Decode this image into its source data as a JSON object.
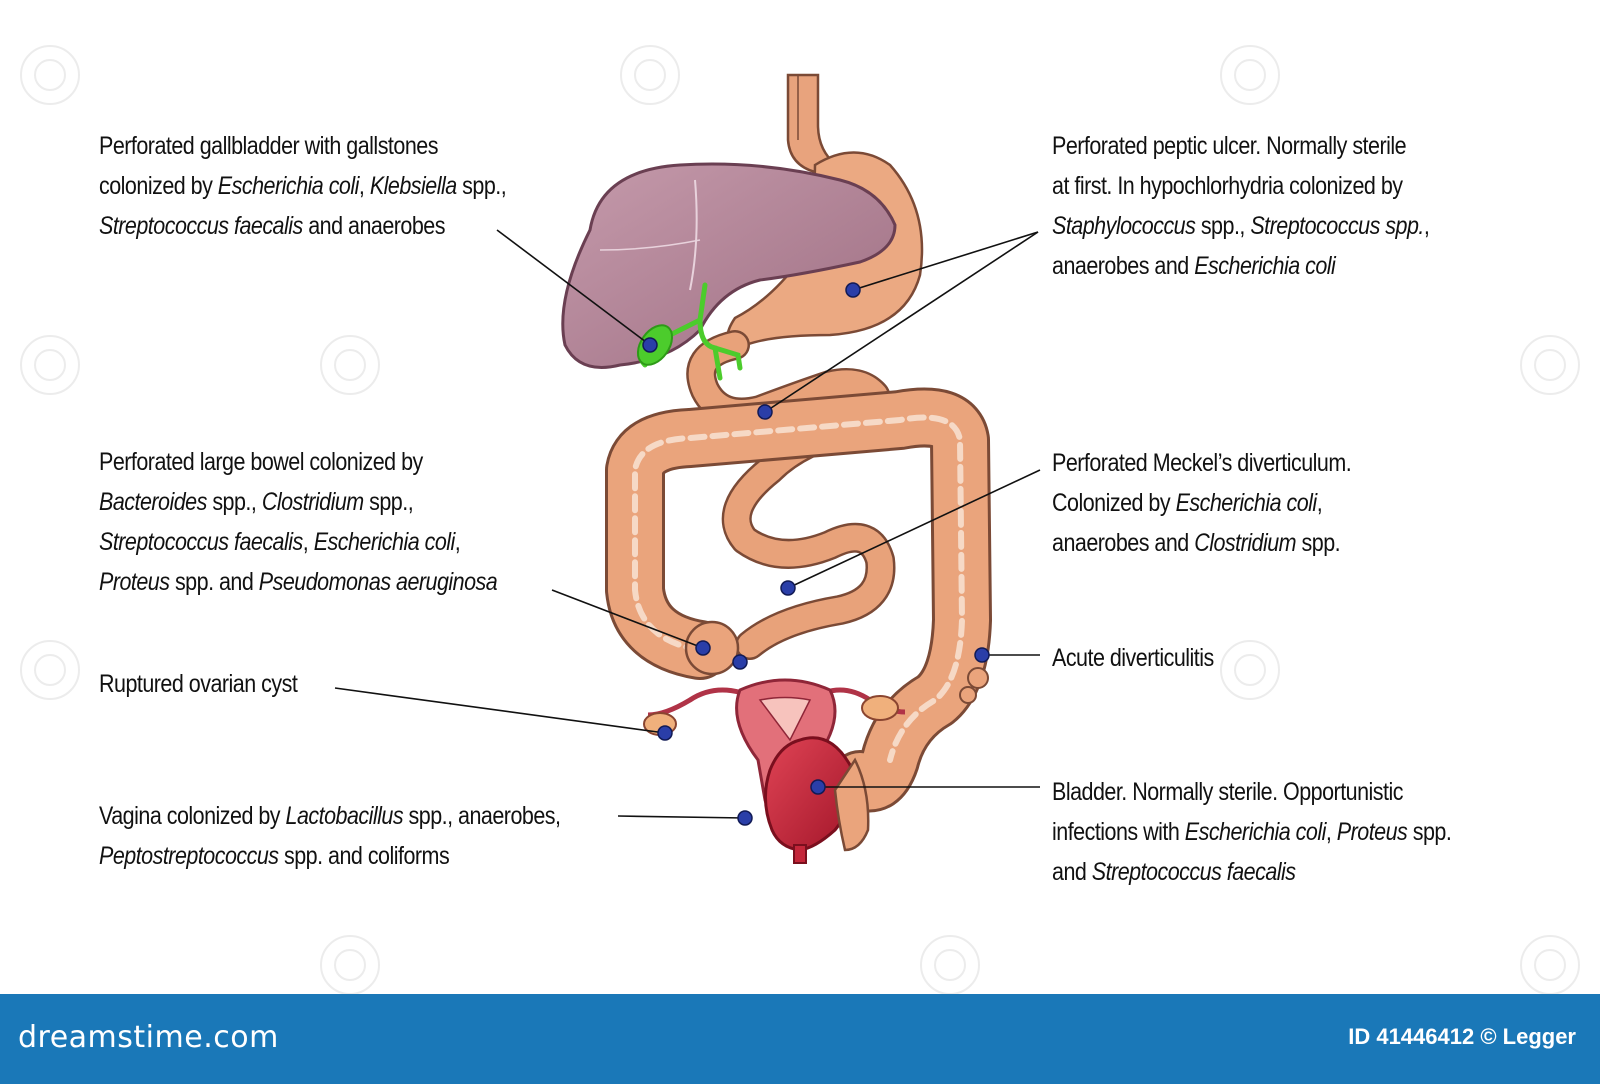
{
  "labels": [
    {
      "id": "gallbladder",
      "lines": [
        [
          {
            "t": "Perforated gallbladder with gallstones"
          }
        ],
        [
          {
            "t": "colonized by "
          },
          {
            "t": "Escherichia coli",
            "i": true
          },
          {
            "t": ", "
          },
          {
            "t": "Klebsiella",
            "i": true
          },
          {
            "t": " spp.,"
          }
        ],
        [
          {
            "t": "Streptococcus faecalis",
            "i": true
          },
          {
            "t": " and anaerobes"
          }
        ]
      ]
    },
    {
      "id": "peptic-ulcer",
      "lines": [
        [
          {
            "t": "Perforated peptic ulcer.  Normally sterile"
          }
        ],
        [
          {
            "t": "at first.  In hypochlorhydria colonized by"
          }
        ],
        [
          {
            "t": "Staphylococcus",
            "i": true
          },
          {
            "t": " spp., "
          },
          {
            "t": "Streptococcus spp.",
            "i": true
          },
          {
            "t": ","
          }
        ],
        [
          {
            "t": "anaerobes and "
          },
          {
            "t": "Escherichia coli",
            "i": true
          }
        ]
      ]
    },
    {
      "id": "large-bowel",
      "lines": [
        [
          {
            "t": "Perforated large bowel colonized by"
          }
        ],
        [
          {
            "t": "Bacteroides",
            "i": true
          },
          {
            "t": " spp., "
          },
          {
            "t": "Clostridium",
            "i": true
          },
          {
            "t": " spp.,"
          }
        ],
        [
          {
            "t": "Streptococcus faecalis",
            "i": true
          },
          {
            "t": ", "
          },
          {
            "t": "Escherichia coli",
            "i": true
          },
          {
            "t": ","
          }
        ],
        [
          {
            "t": "Proteus",
            "i": true
          },
          {
            "t": " spp. and "
          },
          {
            "t": "Pseudomonas aeruginosa",
            "i": true
          }
        ]
      ]
    },
    {
      "id": "meckel",
      "lines": [
        [
          {
            "t": "Perforated Meckel’s diverticulum."
          }
        ],
        [
          {
            "t": "Colonized by "
          },
          {
            "t": "Escherichia coli",
            "i": true
          },
          {
            "t": ","
          }
        ],
        [
          {
            "t": "anaerobes and "
          },
          {
            "t": "Clostridium",
            "i": true
          },
          {
            "t": " spp."
          }
        ]
      ]
    },
    {
      "id": "diverticulitis",
      "lines": [
        [
          {
            "t": "Acute diverticulitis"
          }
        ]
      ]
    },
    {
      "id": "ovarian-cyst",
      "lines": [
        [
          {
            "t": "Ruptured ovarian cyst"
          }
        ]
      ]
    },
    {
      "id": "vagina",
      "lines": [
        [
          {
            "t": "Vagina colonized by "
          },
          {
            "t": "Lactobacillus",
            "i": true
          },
          {
            "t": " spp., anaerobes,"
          }
        ],
        [
          {
            "t": "Peptostreptococcus",
            "i": true
          },
          {
            "t": " spp. and coliforms"
          }
        ]
      ]
    },
    {
      "id": "bladder",
      "lines": [
        [
          {
            "t": "Bladder.  Normally sterile.  Opportunistic"
          }
        ],
        [
          {
            "t": "infections with "
          },
          {
            "t": "Escherichia coli",
            "i": true
          },
          {
            "t": ", "
          },
          {
            "t": "Proteus",
            "i": true
          },
          {
            "t": " spp."
          }
        ],
        [
          {
            "t": "and "
          },
          {
            "t": "Streptococcus faecalis",
            "i": true
          }
        ]
      ]
    }
  ],
  "footer": {
    "brand": "dreamstime.com",
    "image_id": "ID 41446412 © Legger"
  },
  "colors": {
    "liver": "#b7899c",
    "stomach": "#e9a57f",
    "bowel": "#e8a27a",
    "uterus": "#e2707a",
    "bladder": "#c4263a",
    "bile_duct": "#4ccc2c",
    "marker": "#2a3ea8",
    "footer": "#1a78b8"
  }
}
